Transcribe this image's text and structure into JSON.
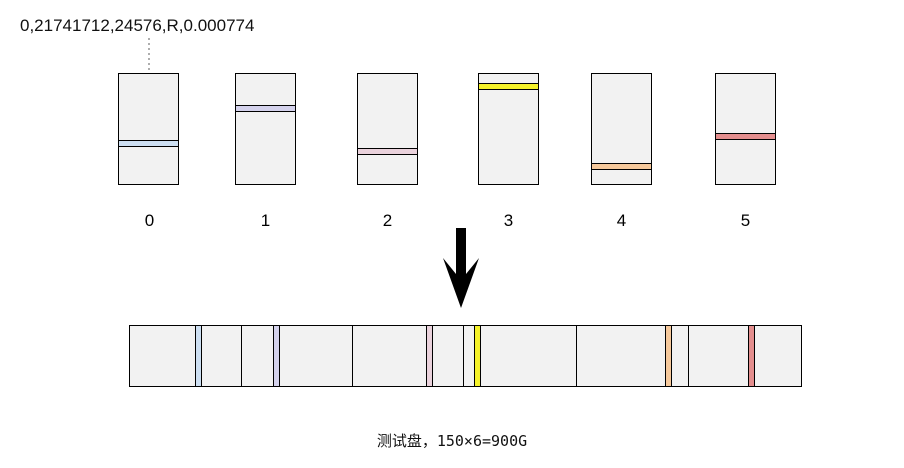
{
  "record_label": "0,21741712,24576,R,0.000774",
  "disks": [
    {
      "label": "0",
      "band_color": "#cddff2"
    },
    {
      "label": "1",
      "band_color": "#d4d2ec"
    },
    {
      "label": "2",
      "band_color": "#ead2dc"
    },
    {
      "label": "3",
      "band_color": "#f5f22a"
    },
    {
      "label": "4",
      "band_color": "#f6c99c"
    },
    {
      "label": "5",
      "band_color": "#e48e8e"
    }
  ],
  "caption": "测试盘，150×6=900G",
  "colors": {
    "panel": "#f2f2f2",
    "stroke": "#000000",
    "arrow": "#000000",
    "pointer": "#999999"
  }
}
